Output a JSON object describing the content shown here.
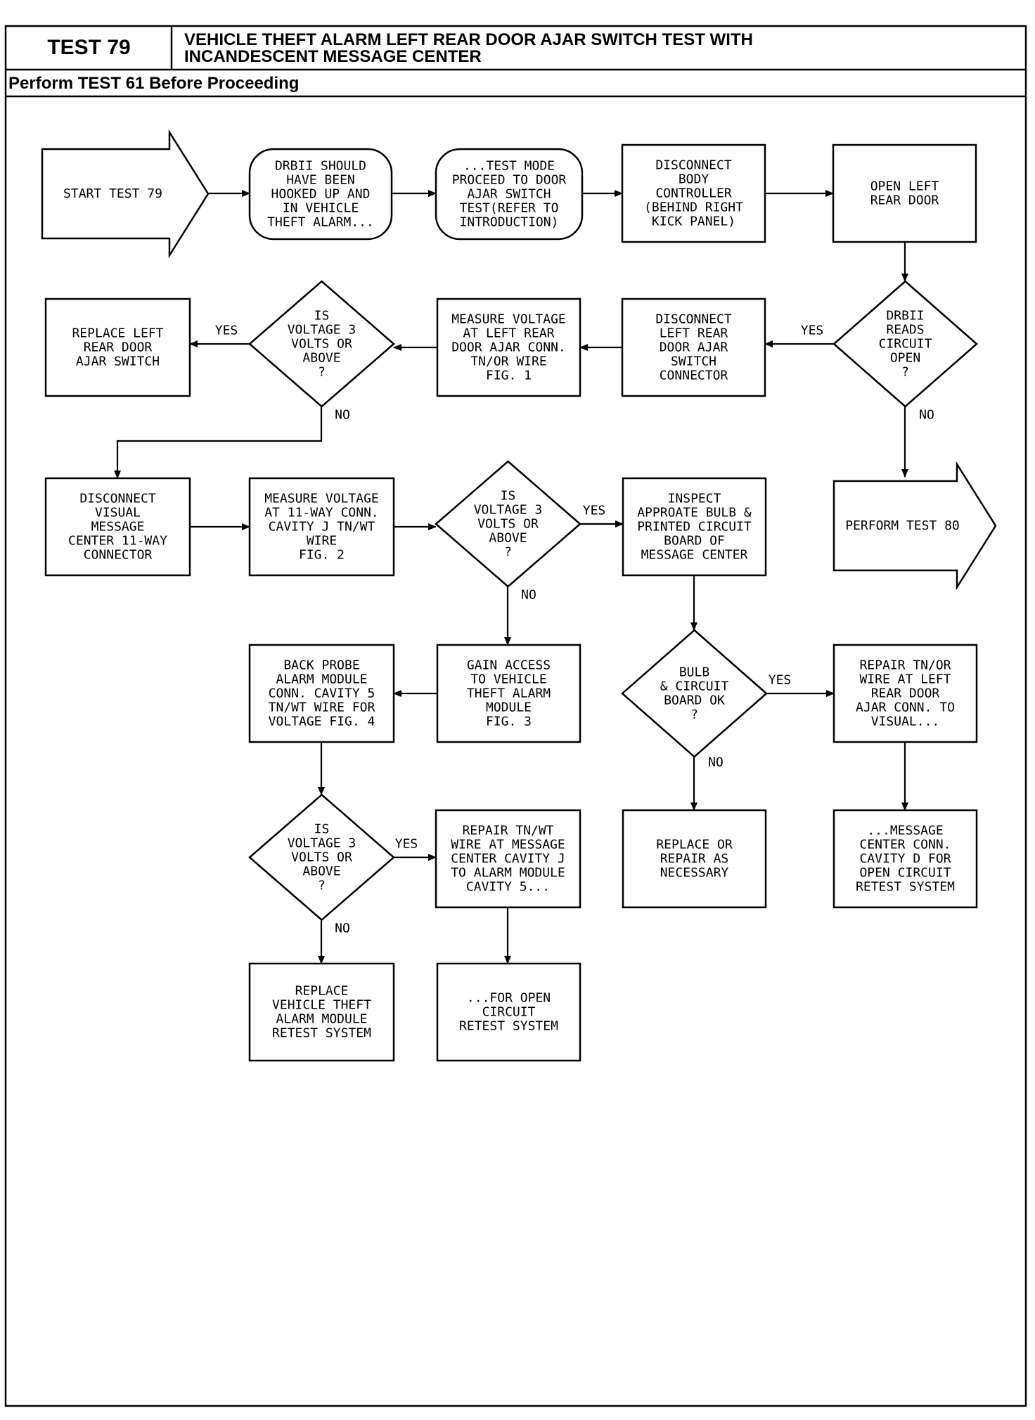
{
  "header": {
    "test_label": "TEST 79",
    "title_line1": "VEHICLE THEFT ALARM LEFT REAR DOOR AJAR SWITCH TEST WITH",
    "title_line2": "INCANDESCENT MESSAGE CENTER",
    "subtitle": "Perform TEST 61 Before Proceeding"
  },
  "nodes": [
    {
      "id": "start",
      "shape": "arrow",
      "lines": [
        "START TEST 79"
      ]
    },
    {
      "id": "drbii-hooked",
      "shape": "rounded",
      "lines": [
        "DRBII SHOULD",
        "HAVE BEEN",
        "HOOKED UP AND",
        "IN VEHICLE",
        "THEFT ALARM..."
      ]
    },
    {
      "id": "test-mode",
      "shape": "rounded",
      "lines": [
        "...TEST MODE",
        "PROCEED TO DOOR",
        "AJAR SWITCH",
        "TEST(REFER TO",
        "INTRODUCTION)"
      ]
    },
    {
      "id": "disconnect-body",
      "shape": "rect",
      "lines": [
        "DISCONNECT",
        "BODY",
        "CONTROLLER",
        "(BEHIND RIGHT",
        "KICK PANEL)"
      ]
    },
    {
      "id": "open-door",
      "shape": "rect",
      "lines": [
        "OPEN LEFT",
        "REAR DOOR"
      ]
    },
    {
      "id": "drbii-reads",
      "shape": "diamond",
      "lines": [
        "DRBII",
        "READS",
        "CIRCUIT",
        "OPEN",
        "?"
      ]
    },
    {
      "id": "disconnect-switch",
      "shape": "rect",
      "lines": [
        "DISCONNECT",
        "LEFT REAR",
        "DOOR AJAR",
        "SWITCH",
        "CONNECTOR"
      ]
    },
    {
      "id": "measure-door",
      "shape": "rect",
      "lines": [
        "MEASURE VOLTAGE",
        "AT LEFT REAR",
        "DOOR AJAR CONN.",
        "TN/OR WIRE",
        "FIG. 1"
      ]
    },
    {
      "id": "voltage-1",
      "shape": "diamond",
      "lines": [
        "IS",
        "VOLTAGE 3",
        "VOLTS OR",
        "ABOVE",
        "?"
      ]
    },
    {
      "id": "replace-switch",
      "shape": "rect",
      "lines": [
        "REPLACE LEFT",
        "REAR DOOR",
        "AJAR SWITCH"
      ]
    },
    {
      "id": "disconnect-visual",
      "shape": "rect",
      "lines": [
        "DISCONNECT",
        "VISUAL",
        "MESSAGE",
        "CENTER 11-WAY",
        "CONNECTOR"
      ]
    },
    {
      "id": "measure-11way",
      "shape": "rect",
      "lines": [
        "MEASURE VOLTAGE",
        "AT 11-WAY CONN.",
        "CAVITY J TN/WT",
        "WIRE",
        "FIG. 2"
      ]
    },
    {
      "id": "voltage-2",
      "shape": "diamond",
      "lines": [
        "IS",
        "VOLTAGE 3",
        "VOLTS OR",
        "ABOVE",
        "?"
      ]
    },
    {
      "id": "inspect-bulb",
      "shape": "rect",
      "lines": [
        "INSPECT",
        "APPROATE BULB &",
        "PRINTED CIRCUIT",
        "BOARD OF",
        "MESSAGE CENTER"
      ]
    },
    {
      "id": "perform-80",
      "shape": "arrow",
      "lines": [
        "PERFORM TEST 80"
      ]
    },
    {
      "id": "back-probe",
      "shape": "rect",
      "lines": [
        "BACK PROBE",
        "ALARM MODULE",
        "CONN. CAVITY 5",
        "TN/WT WIRE FOR",
        "VOLTAGE FIG. 4"
      ]
    },
    {
      "id": "gain-access",
      "shape": "rect",
      "lines": [
        "GAIN ACCESS",
        "TO VEHICLE",
        "THEFT ALARM",
        "MODULE",
        "FIG. 3"
      ]
    },
    {
      "id": "bulb-ok",
      "shape": "diamond",
      "lines": [
        "BULB",
        "& CIRCUIT",
        "BOARD OK",
        "?"
      ]
    },
    {
      "id": "repair-tn-or",
      "shape": "rect",
      "lines": [
        "REPAIR TN/OR",
        "WIRE AT LEFT",
        "REAR DOOR",
        "AJAR CONN. TO",
        "VISUAL..."
      ]
    },
    {
      "id": "voltage-3",
      "shape": "diamond",
      "lines": [
        "IS",
        "VOLTAGE 3",
        "VOLTS OR",
        "ABOVE",
        "?"
      ]
    },
    {
      "id": "repair-tn-wt",
      "shape": "rect",
      "lines": [
        "REPAIR TN/WT",
        "WIRE AT MESSAGE",
        "CENTER CAVITY J",
        "TO ALARM MODULE",
        "CAVITY 5..."
      ]
    },
    {
      "id": "replace-or-repair",
      "shape": "rect",
      "lines": [
        "REPLACE OR",
        "REPAIR AS",
        "NECESSARY"
      ]
    },
    {
      "id": "message-center-conn",
      "shape": "rect",
      "lines": [
        "...MESSAGE",
        "CENTER CONN.",
        "CAVITY D FOR",
        "OPEN CIRCUIT",
        "RETEST SYSTEM"
      ]
    },
    {
      "id": "replace-module",
      "shape": "rect",
      "lines": [
        "REPLACE",
        "VEHICLE THEFT",
        "ALARM MODULE",
        "RETEST SYSTEM"
      ]
    },
    {
      "id": "for-open-circuit",
      "shape": "rect",
      "lines": [
        "...FOR OPEN",
        "CIRCUIT",
        "RETEST SYSTEM"
      ]
    }
  ],
  "edges": [
    {
      "from": "start",
      "to": "drbii-hooked",
      "label": ""
    },
    {
      "from": "drbii-hooked",
      "to": "test-mode",
      "label": ""
    },
    {
      "from": "test-mode",
      "to": "disconnect-body",
      "label": ""
    },
    {
      "from": "disconnect-body",
      "to": "open-door",
      "label": ""
    },
    {
      "from": "open-door",
      "to": "drbii-reads",
      "label": ""
    },
    {
      "from": "drbii-reads",
      "to": "disconnect-switch",
      "label": "YES"
    },
    {
      "from": "drbii-reads",
      "to": "perform-80",
      "label": "NO"
    },
    {
      "from": "disconnect-switch",
      "to": "measure-door",
      "label": ""
    },
    {
      "from": "measure-door",
      "to": "voltage-1",
      "label": ""
    },
    {
      "from": "voltage-1",
      "to": "replace-switch",
      "label": "YES"
    },
    {
      "from": "voltage-1",
      "to": "disconnect-visual",
      "label": "NO"
    },
    {
      "from": "disconnect-visual",
      "to": "measure-11way",
      "label": ""
    },
    {
      "from": "measure-11way",
      "to": "voltage-2",
      "label": ""
    },
    {
      "from": "voltage-2",
      "to": "inspect-bulb",
      "label": "YES"
    },
    {
      "from": "voltage-2",
      "to": "gain-access",
      "label": "NO"
    },
    {
      "from": "inspect-bulb",
      "to": "bulb-ok",
      "label": ""
    },
    {
      "from": "bulb-ok",
      "to": "repair-tn-or",
      "label": "YES"
    },
    {
      "from": "bulb-ok",
      "to": "replace-or-repair",
      "label": "NO"
    },
    {
      "from": "repair-tn-or",
      "to": "message-center-conn",
      "label": ""
    },
    {
      "from": "gain-access",
      "to": "back-probe",
      "label": ""
    },
    {
      "from": "back-probe",
      "to": "voltage-3",
      "label": ""
    },
    {
      "from": "voltage-3",
      "to": "repair-tn-wt",
      "label": "YES"
    },
    {
      "from": "voltage-3",
      "to": "replace-module",
      "label": "NO"
    },
    {
      "from": "repair-tn-wt",
      "to": "for-open-circuit",
      "label": ""
    }
  ]
}
